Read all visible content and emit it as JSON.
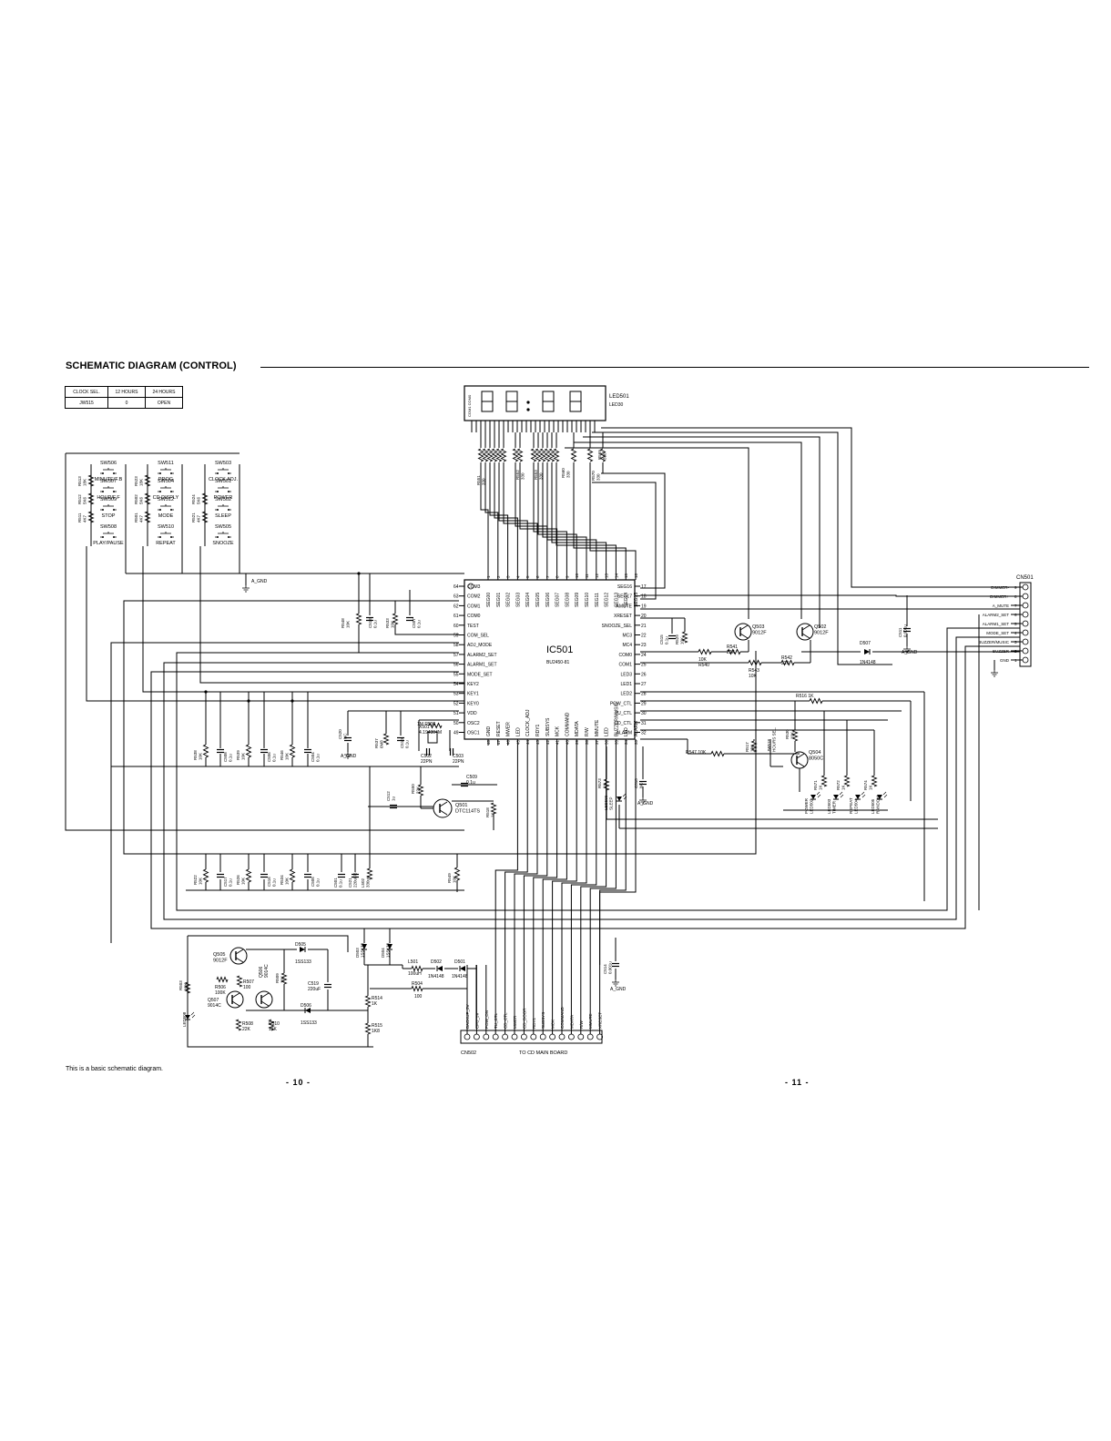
{
  "header": {
    "title": "SCHEMATIC DIAGRAM (CONTROL)"
  },
  "clock_table": {
    "rows": [
      [
        "CLOCK SEL.",
        "12 HOURS",
        "24 HOURS"
      ],
      [
        "JW515",
        "0",
        "OPEN"
      ]
    ]
  },
  "ic": {
    "name": "IC501",
    "part": "BU2450-81",
    "top_pins": [
      "SEG00",
      "SEG01",
      "SEG02",
      "SEG03",
      "SEG04",
      "SEG05",
      "SEG06",
      "SEG07",
      "SEG08",
      "SEG09",
      "SEG10",
      "SEG11",
      "SEG12",
      "SEG13",
      "SEG14",
      "SEG15"
    ],
    "top_nums": [
      "1",
      "2",
      "3",
      "4",
      "5",
      "6",
      "7",
      "8",
      "9",
      "10",
      "11",
      "12",
      "13",
      "14",
      "15",
      "16"
    ],
    "left_pins": [
      [
        "64",
        "COM3"
      ],
      [
        "63",
        "COM2"
      ],
      [
        "62",
        "COM1"
      ],
      [
        "61",
        "COM0"
      ],
      [
        "60",
        "TEST"
      ],
      [
        "59",
        "COM_SEL"
      ],
      [
        "58",
        "ADJ_MODE"
      ],
      [
        "57",
        "ALARM2_SET"
      ],
      [
        "56",
        "ALARM1_SET"
      ],
      [
        "55",
        "MODE_SET"
      ],
      [
        "54",
        "KEY2"
      ],
      [
        "53",
        "KEY1"
      ],
      [
        "52",
        "KEY0"
      ],
      [
        "51",
        "VDD"
      ],
      [
        "50",
        "OSC2"
      ],
      [
        "49",
        "OSC1"
      ]
    ],
    "right_pins": [
      [
        "17",
        "SEG16"
      ],
      [
        "18",
        "SEG17"
      ],
      [
        "19",
        "AMUTE"
      ],
      [
        "20",
        "XRESET"
      ],
      [
        "21",
        "SNOOZE_SEL"
      ],
      [
        "22",
        "MC3"
      ],
      [
        "23",
        "MC4"
      ],
      [
        "24",
        "COM0"
      ],
      [
        "25",
        "COM1"
      ],
      [
        "26",
        "LED3"
      ],
      [
        "27",
        "LED1"
      ],
      [
        "28",
        "LED2"
      ],
      [
        "29",
        "POW_CTL"
      ],
      [
        "30",
        "TU_CTL"
      ],
      [
        "31",
        "CD_CTL"
      ],
      [
        "32",
        "ALARM"
      ]
    ],
    "bottom_pins": [
      [
        "48",
        "GND"
      ],
      [
        "47",
        "RESET"
      ],
      [
        "46",
        "MWER"
      ],
      [
        "45",
        "LED"
      ],
      [
        "44",
        "CLOCK_ADJ"
      ],
      [
        "43",
        "RDY1"
      ],
      [
        "42",
        "SUBSYS"
      ],
      [
        "41",
        "MCK"
      ],
      [
        "40",
        "COMMAND"
      ],
      [
        "39",
        "MDATA"
      ],
      [
        "38",
        "R/W"
      ],
      [
        "37",
        "MMUTE"
      ],
      [
        "36",
        "LED"
      ],
      [
        "35",
        "BUZZER/MUSIC"
      ],
      [
        "34",
        "LED"
      ],
      [
        "33",
        "ALARM"
      ]
    ]
  },
  "display": {
    "name": "LED501",
    "part": "LED30"
  },
  "switches": [
    {
      "ref": "SW506",
      "label": "MINUTE/F.B"
    },
    {
      "ref": "SW511",
      "label": "PROG"
    },
    {
      "ref": "SW503",
      "label": "CLOCK ADJ."
    },
    {
      "ref": "SW507",
      "label": "HOUR/F.F"
    },
    {
      "ref": "SW504",
      "label": "CD DISPLY"
    },
    {
      "ref": "SW501",
      "label": "POWER"
    },
    {
      "ref": "SW509",
      "label": "STOP"
    },
    {
      "ref": "SW512",
      "label": "MODE"
    },
    {
      "ref": "SW502",
      "label": "SLEEP"
    },
    {
      "ref": "SW508",
      "label": "PLAY/PAUSE"
    },
    {
      "ref": "SW510",
      "label": "REPEAT"
    },
    {
      "ref": "SW505",
      "label": "SNOOZE"
    }
  ],
  "connectors": {
    "cn501": {
      "name": "CN501",
      "pins": [
        [
          "DIMMER-",
          "9"
        ],
        [
          "DIMMER+",
          "8"
        ],
        [
          "A_MUTE",
          "7"
        ],
        [
          "ALARM2_SET",
          "6"
        ],
        [
          "ALARM1_SET",
          "5"
        ],
        [
          "MODE_SET",
          "4"
        ],
        [
          "BUZZER/MUSIC",
          "3"
        ],
        [
          "BUZZER",
          "2"
        ],
        [
          "GND",
          "1"
        ]
      ]
    },
    "cn502": {
      "name": "CN502",
      "caption": "TO CD MAIN BOARD",
      "pins": [
        "BACKUP_5V",
        "CPU_5V",
        "POW_ON",
        "TU_CTL",
        "CD_CTL",
        "MWER",
        "CD_DOOR",
        "RDY1",
        "SUBSYS",
        "MCK",
        "COMMAND",
        "MDATA",
        "R/W",
        "MMUTE",
        "XRESET"
      ]
    }
  },
  "components": {
    "R548": "R548\n10K",
    "C513": "C513\n0.1u",
    "R533": "R533\n10K",
    "C507": "C507\n0.1u",
    "C515": "C515\n0.1u",
    "R529": "R529\n10K",
    "C511": "C511\n0.001u",
    "Q503": "Q503\n9012F",
    "Q502": "Q502\n9012F",
    "D507": "D507\n1N4148",
    "R540": "10K\nR540",
    "R541": "R541\n22K",
    "R543": "R543\n10K",
    "R542": "R542\n22K",
    "R516": "R516 1K",
    "R547": "R547 10K",
    "R517": "R517\n10K",
    "JW518": "JW518\nHOURS SEL.",
    "R530": "R530\n10K",
    "Q504": "Q504\n8050C",
    "C520": "C520\nNC",
    "R537": "R537\n6M8",
    "C510": "C510\n0.1u",
    "X501": "X501\n4.194304M",
    "R536": "1M R536",
    "C502": "C502\n22PN",
    "C503": "C503\n22PN",
    "C509": "C509\n0.1u",
    "R550": "R550\n22K",
    "C512": "C512\n1u",
    "Q501": "Q501\nDTC114TS",
    "R518": "R518\n1K",
    "R573": "R573\n1K",
    "C518": "C518\nNC",
    "R538": "R538\n10K",
    "C508": "C508\n0.1u",
    "R539": "R539\n10K",
    "C506": "C506\n0.1u",
    "R546": "R546\n10K",
    "C504": "C504\n0.1u",
    "R522": "R522\n10K",
    "C517": "C517\n0.1u",
    "R526": "R526\n10K",
    "C516": "C516\n0.1u",
    "R534": "R534\n10K",
    "C505": "C505\n0.1u",
    "C501": "C501\n0.1u",
    "C521": "C521\n220uF/6",
    "L502": "L502\n330uH",
    "R549": "R549\n10K",
    "Q505": "Q505\n9012F",
    "R506": "R506\n100K",
    "R507": "R507\n100",
    "Q506": "Q506\n9014C",
    "R509": "R509\n10K",
    "D505": "D505\n1SS133",
    "C519": "C519\n220uF",
    "Q507": "Q507\n9014C",
    "R503": "R503\n10K",
    "LED508": "LED508",
    "R508": "R508\n22K",
    "R510": "R510\n15K",
    "D506": "D506\n1SS133",
    "R514": "R514\n1K",
    "R515": "R515\n1K8",
    "D503": "D503\n1SS133",
    "D504": "D504\n1SS133",
    "L501": "L501\n100uH",
    "D502": "D502\n1N4148",
    "D501": "D501\n1N4148",
    "R504": "R504\n100",
    "C514": "C514\n0.001u",
    "R513": "R513\n18K",
    "R512": "R512\n5K6",
    "R511": "R511\n4K7",
    "R523": "R523\n18K",
    "R502": "R502\n5K6",
    "R501": "R501\n4K7",
    "R524": "R524\n5K6",
    "R521": "R521\n4K7",
    "R571": "R571\n1K",
    "R572": "R572\n1K",
    "R574": "R574\n1K",
    "LED502": "POWER\nLED502",
    "LED503": "LED503\nTIMER",
    "LED504": "REPEAT\nLED504",
    "LED505": "LED505\nRANDOM",
    "LED506": "LED506\nSLEEP",
    "R551": "R551\n330",
    "R552": "R552\n330",
    "R553": "R553\n330",
    "R560": "R560\n330",
    "R570": "R570\n330",
    "R569": "R569\n330"
  },
  "labels": {
    "agnd": "A_GND",
    "com": "COM1 COM0"
  },
  "footer": {
    "note": "This is a basic schematic diagram.",
    "page_left": "- 10 -",
    "page_right": "- 11 -"
  }
}
